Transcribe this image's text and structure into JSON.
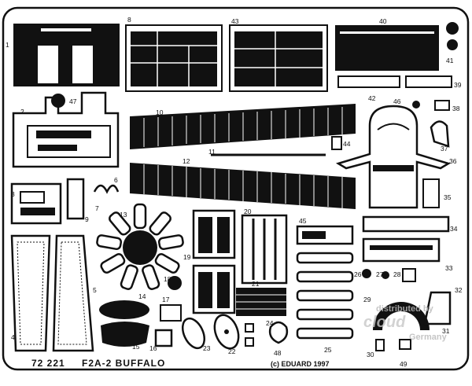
{
  "caption": {
    "left": "72 221",
    "title": "F2A-2 BUFFALO",
    "copyright": "(c) EDUARD 1997"
  },
  "watermark": {
    "line1": "distributed by",
    "line2": "cloud",
    "line3": "Germany"
  },
  "part_numbers": [
    "1",
    "2",
    "3",
    "4",
    "5",
    "6",
    "7",
    "8",
    "9",
    "10",
    "11",
    "12",
    "13",
    "14",
    "15",
    "16",
    "17",
    "18",
    "19",
    "20",
    "21",
    "22",
    "23",
    "24",
    "25",
    "26",
    "27",
    "28",
    "29",
    "30",
    "31",
    "32",
    "33",
    "34",
    "35",
    "36",
    "37",
    "38",
    "39",
    "40",
    "41",
    "42",
    "43",
    "44",
    "45",
    "46",
    "47",
    "48",
    "49"
  ],
  "colors": {
    "background": "#ffffff",
    "ink": "#111111"
  }
}
